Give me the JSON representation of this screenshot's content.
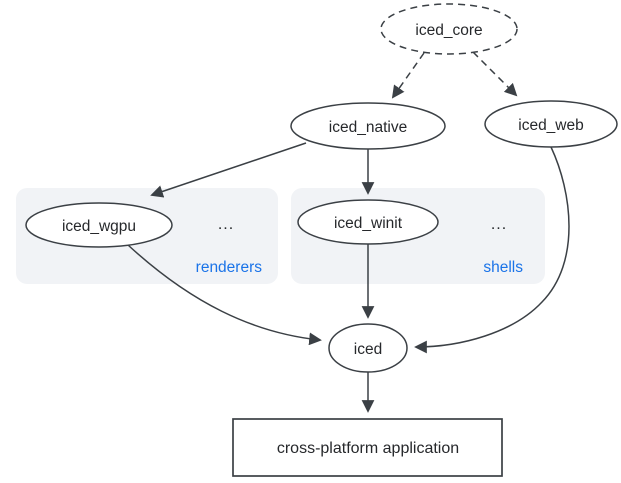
{
  "diagram": {
    "nodes": {
      "iced_core": "iced_core",
      "iced_native": "iced_native",
      "iced_web": "iced_web",
      "iced_wgpu": "iced_wgpu",
      "iced_winit": "iced_winit",
      "iced": "iced",
      "application": "cross-platform application"
    },
    "groups": {
      "renderers": {
        "label": "renderers",
        "more": "..."
      },
      "shells": {
        "label": "shells",
        "more": "..."
      }
    },
    "edges": [
      {
        "from": "iced_core",
        "to": "iced_native",
        "style": "dashed"
      },
      {
        "from": "iced_core",
        "to": "iced_web",
        "style": "dashed"
      },
      {
        "from": "iced_native",
        "to": "iced_wgpu",
        "style": "solid"
      },
      {
        "from": "iced_native",
        "to": "iced_winit",
        "style": "solid"
      },
      {
        "from": "iced_wgpu",
        "to": "iced",
        "style": "solid"
      },
      {
        "from": "iced_winit",
        "to": "iced",
        "style": "solid"
      },
      {
        "from": "iced_web",
        "to": "iced",
        "style": "solid"
      },
      {
        "from": "iced",
        "to": "cross-platform application",
        "style": "solid"
      }
    ],
    "colors": {
      "stroke": "#3b4045",
      "text": "#26282b",
      "group_label": "#1a73e8",
      "group_background": "#f1f3f6",
      "canvas_background": "#ffffff"
    }
  }
}
